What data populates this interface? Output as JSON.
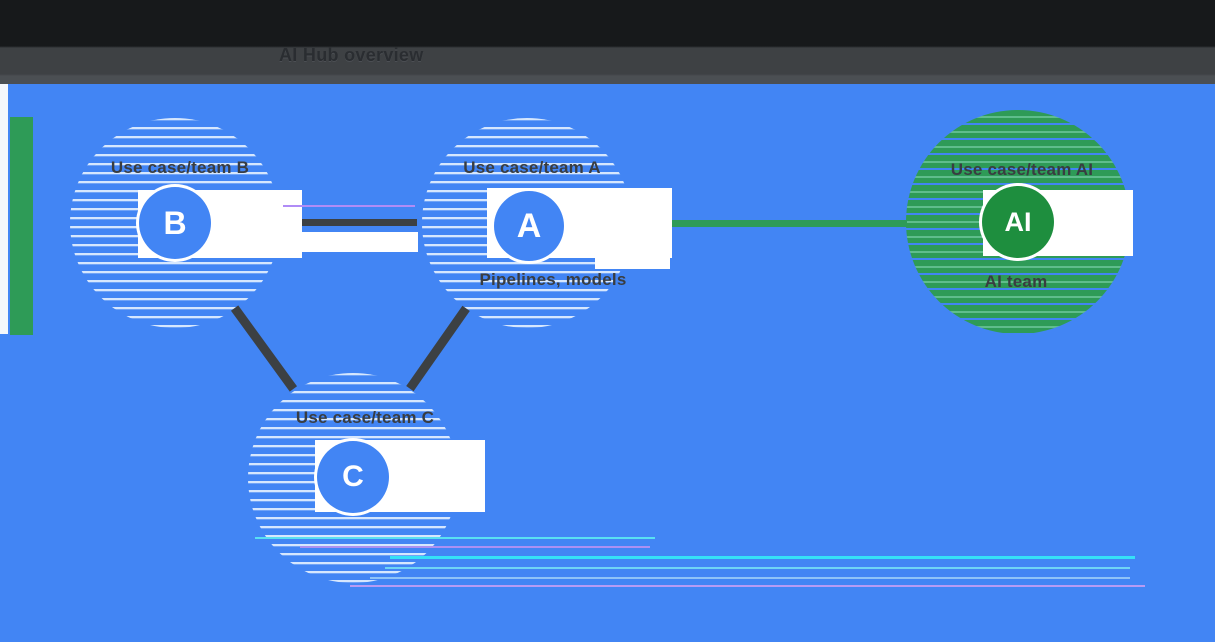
{
  "header": {
    "title": "AI Hub overview"
  },
  "nodes": [
    {
      "id": "team-b",
      "letter": "B",
      "label": "Use case/team B"
    },
    {
      "id": "team-a",
      "letter": "A",
      "label": "Use case/team A",
      "sublabel": "Pipelines, models"
    },
    {
      "id": "team-c",
      "letter": "C",
      "label": "Use case/team C"
    },
    {
      "id": "ai-hub",
      "letter": "AI",
      "label": "Use case/team AI",
      "sublabel": "AI team"
    }
  ],
  "colors": {
    "canvas_blue": "#4285F4",
    "header_dark": "#3C4043",
    "header_black": "#17191b",
    "node_blue": "#4285F4",
    "node_green_dark": "#1E8E3E",
    "halo_green": "#2E9B57",
    "connector_dark": "#3C4043",
    "connector_green": "#2E9B57",
    "label_dark": "#393D41",
    "band_white": "#FFFFFF"
  }
}
